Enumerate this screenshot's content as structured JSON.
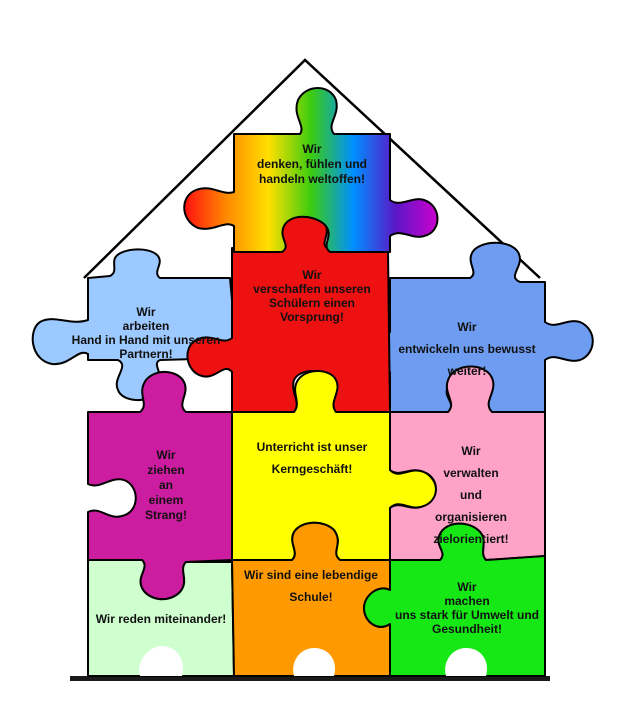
{
  "colors": {
    "roof_line": "#000000",
    "outline": "#000000",
    "rainbow": [
      "#ff1010",
      "#ff8a00",
      "#ffe000",
      "#3ccc10",
      "#0090ff",
      "#5a18c8",
      "#cc00cc"
    ],
    "red": "#ee1111",
    "light_blue": "#9cc9ff",
    "blue": "#6e9cf0",
    "magenta": "#cc1ca0",
    "yellow": "#ffff00",
    "pink": "#ffa2c8",
    "mint": "#cfffcf",
    "orange": "#ff9900",
    "green": "#16e816",
    "knob_purple": "#cc18ff",
    "knob_red": "#ee1111",
    "knob_magenta": "#cc1ca0",
    "knob_yellow": "#ffff00",
    "knob_orange": "#ff9900",
    "knob_blue": "#6e9cf0",
    "knob_pink": "#ffa2c8",
    "ground": "#1a1a1a"
  },
  "pieces": {
    "top": "Wir\ndenken, fühlen und\nhandeln weltoffen!",
    "red": "Wir\nverschaffen unseren\nSchülern einen\nVorsprung!",
    "light_blue": "Wir\narbeiten\nHand in Hand mit unseren\nPartnern!",
    "blue": "Wir\nentwickeln uns bewusst\nweiter!",
    "magenta": "Wir\nziehen\nan\neinem\nStrang!",
    "yellow": "Unterricht ist unser\nKerngeschäft!",
    "pink": "Wir\nverwalten\nund\norganisieren\nzielorientiert!",
    "mint": "Wir reden miteinander!",
    "orange": "Wir sind eine lebendige\nSchule!",
    "green": "Wir\nmachen\nuns stark für Umwelt und\nGesundheit!"
  }
}
